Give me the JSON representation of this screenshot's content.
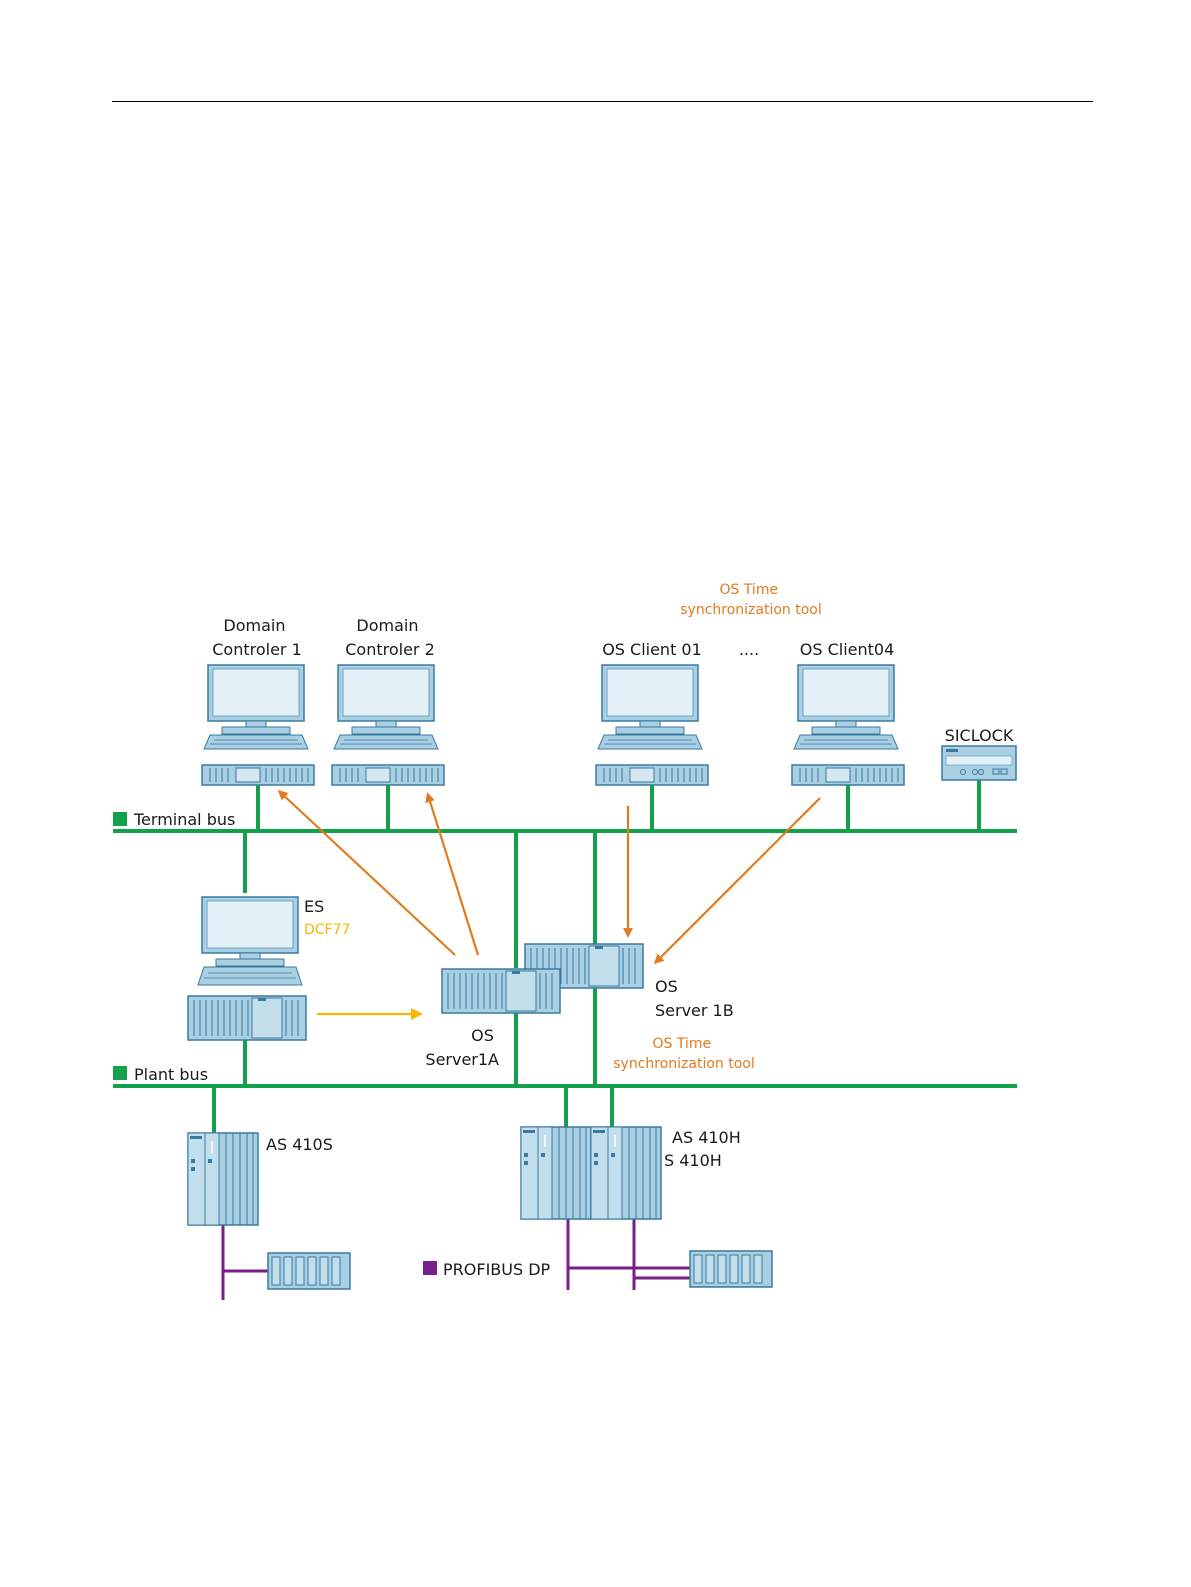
{
  "colors": {
    "terminal_bus": "#13a04a",
    "plant_bus": "#13a04a",
    "profibus": "#7a1f8a",
    "sync_arrow": "#e07b1f",
    "dcf_arrow": "#f5b800",
    "device_fill": "#a9cfe2",
    "device_stroke": "#3a7aa0",
    "screen_fill": "#e4f1f8"
  },
  "labels": {
    "sync_tool_top": [
      "OS Time",
      "synchronization tool"
    ],
    "domain_controller_1": [
      "Domain",
      "Controler 1"
    ],
    "domain_controller_2": [
      "Domain",
      "Controler 2"
    ],
    "os_client_01": "OS Client 01",
    "ellipsis": "....",
    "os_client_04": "OS Client04",
    "siclock": "SICLOCK",
    "terminal_bus": "Terminal bus",
    "es": "ES",
    "dcf77": "DCF77",
    "os_server_1b": [
      "OS",
      "Server 1B"
    ],
    "os_server_1a": [
      "OS",
      "Server1A"
    ],
    "sync_tool_bottom": [
      "OS Time",
      "synchronization tool"
    ],
    "plant_bus": "Plant bus",
    "as_410s": "AS 410S",
    "as_410h": [
      "AS 410H",
      "S 410H"
    ],
    "profibus_dp": "PROFIBUS DP"
  }
}
